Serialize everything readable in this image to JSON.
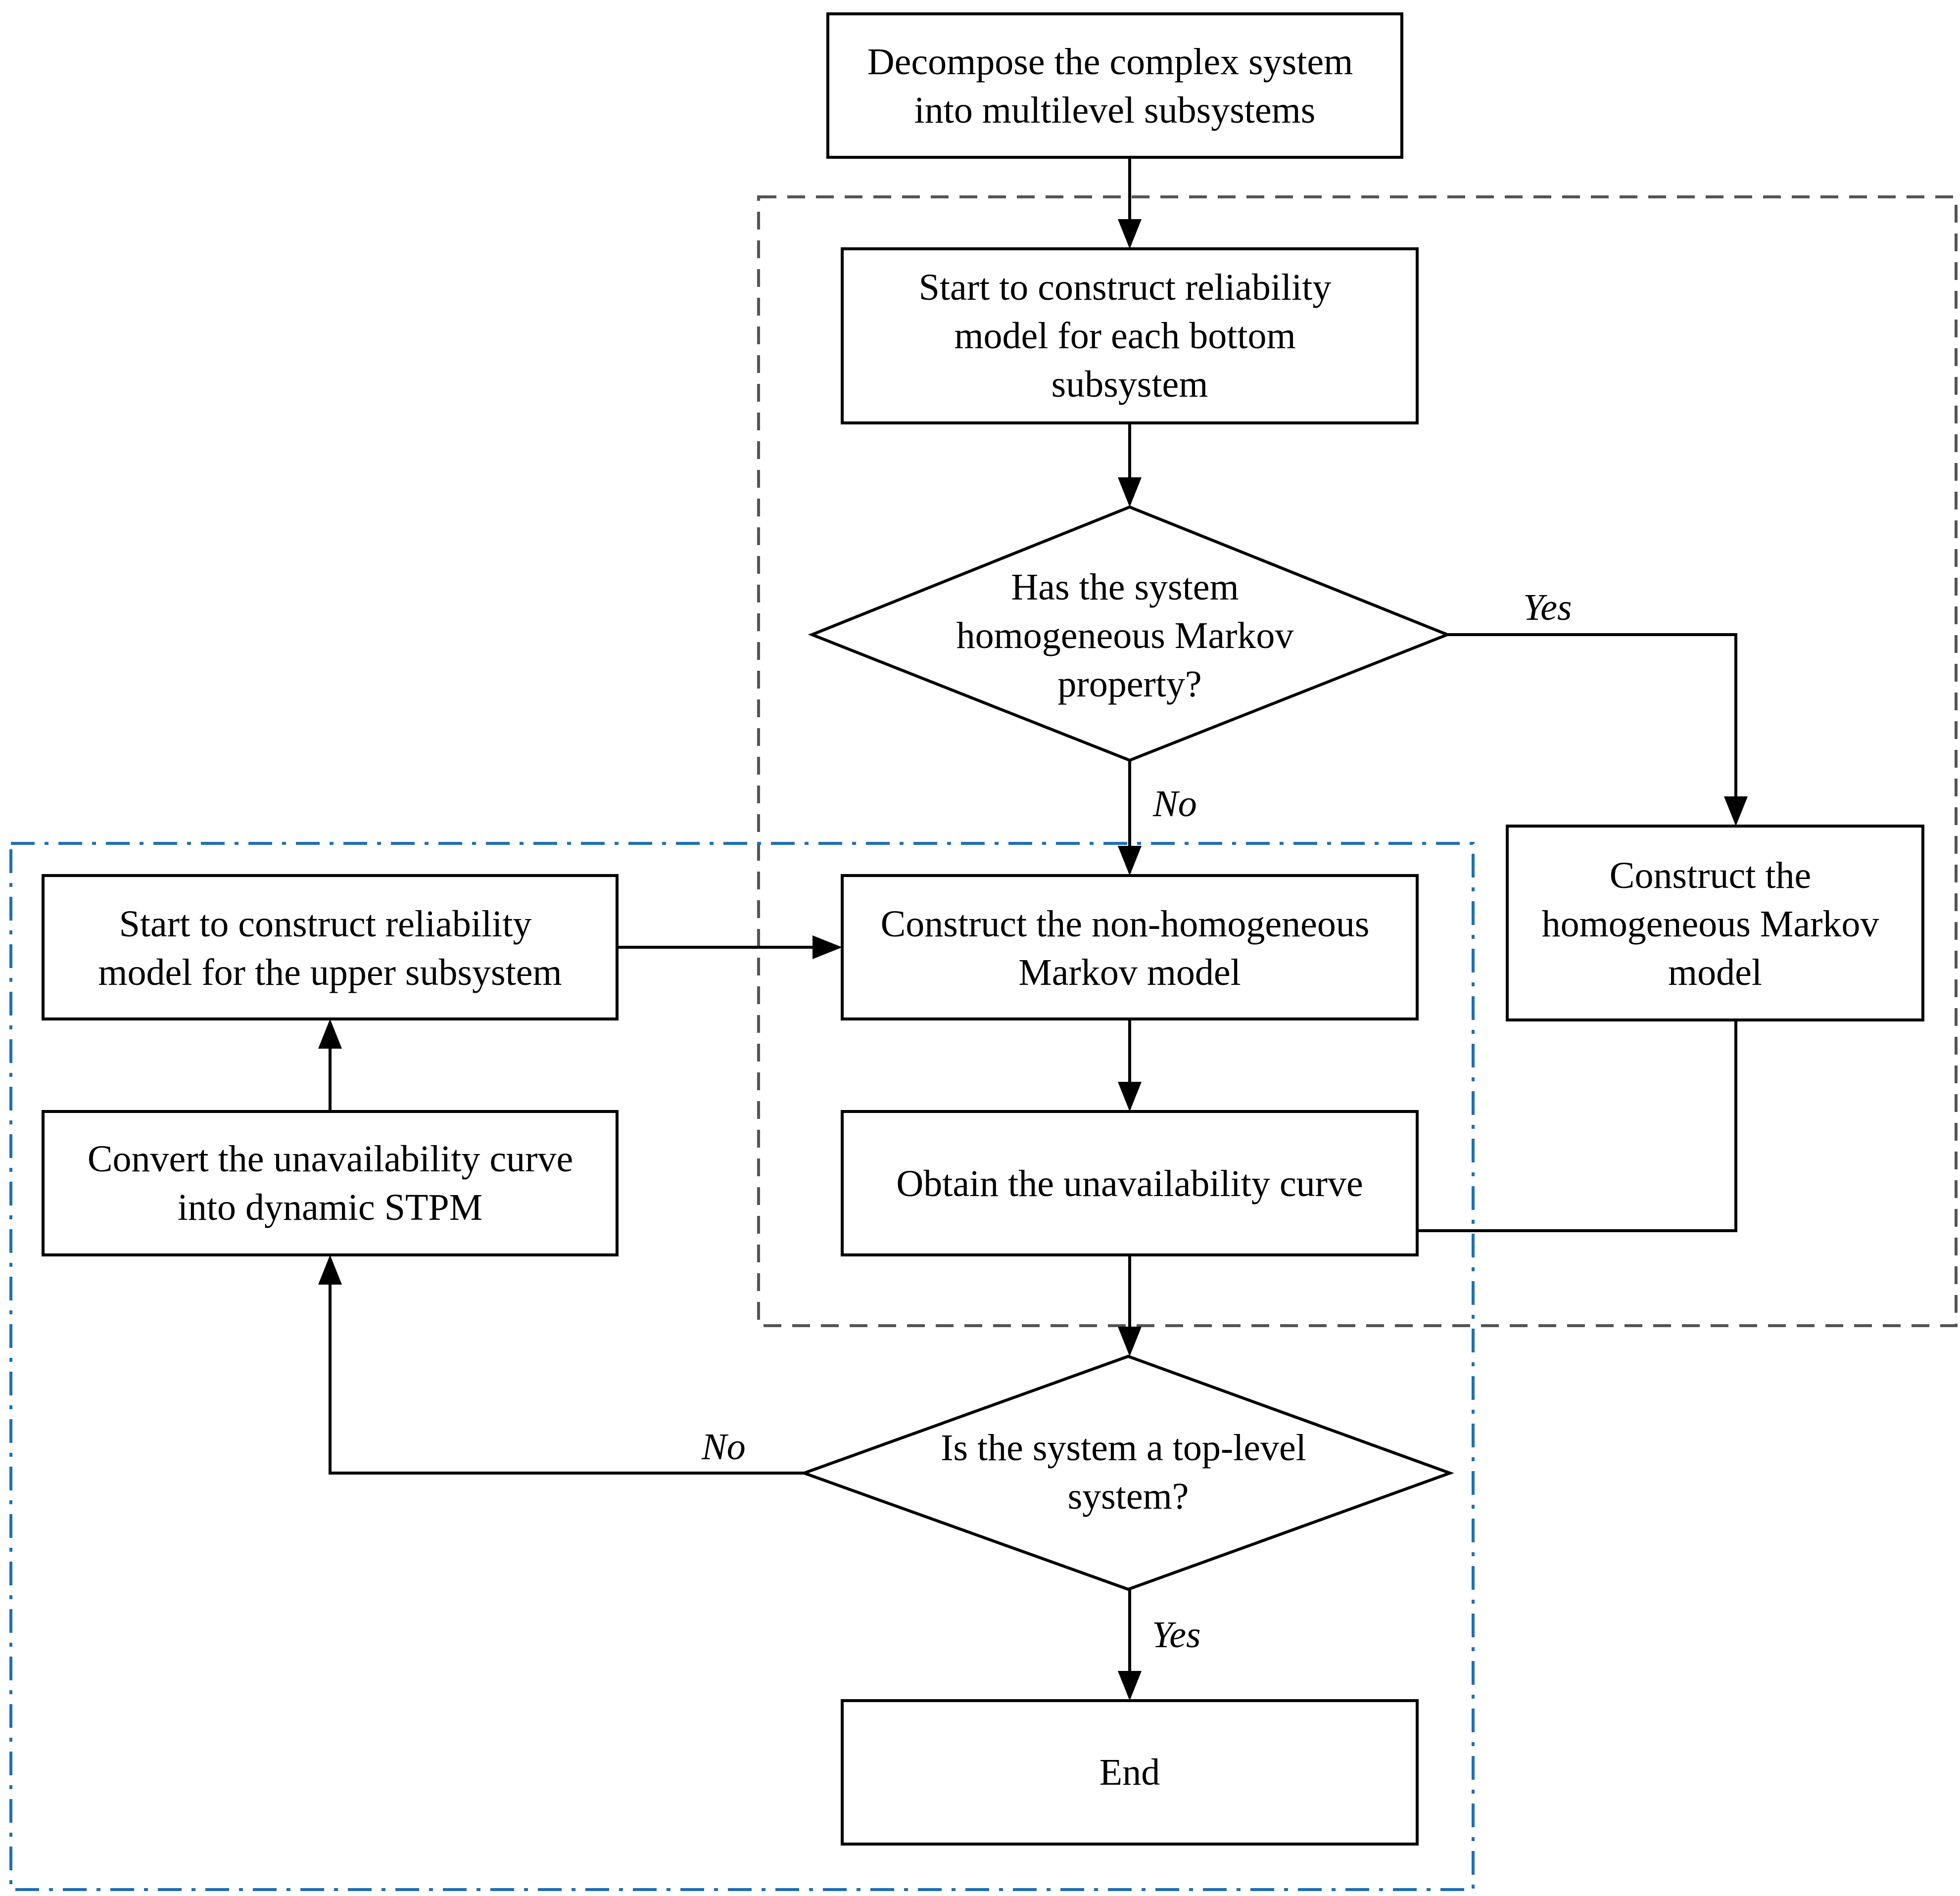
{
  "nodes": {
    "decompose": [
      "Decompose the complex system",
      "into multilevel subsystems"
    ],
    "start_bottom": [
      "Start to construct reliability",
      "model for each bottom",
      "subsystem"
    ],
    "decision_markov": [
      "Has the system",
      "homogeneous Markov",
      "property?"
    ],
    "homog_model": [
      "Construct the",
      "homogeneous Markov",
      "model"
    ],
    "nonhomog_model": [
      "Construct the non-homogeneous",
      "Markov model"
    ],
    "start_upper": [
      "Start to construct reliability",
      "model for the upper subsystem"
    ],
    "convert_curve": [
      "Convert the unavailability curve",
      "into dynamic STPM"
    ],
    "obtain_curve": [
      "Obtain the unavailability curve"
    ],
    "decision_top": [
      "Is the system a top-level",
      "system?"
    ],
    "end": [
      "End"
    ]
  },
  "edge_labels": {
    "markov_yes": "Yes",
    "markov_no": "No",
    "top_no": "No",
    "top_yes": "Yes"
  },
  "colors": {
    "outer_region_dashed": "#555555",
    "inner_region_dashdot": "#1f6fb5",
    "line": "#000000"
  }
}
